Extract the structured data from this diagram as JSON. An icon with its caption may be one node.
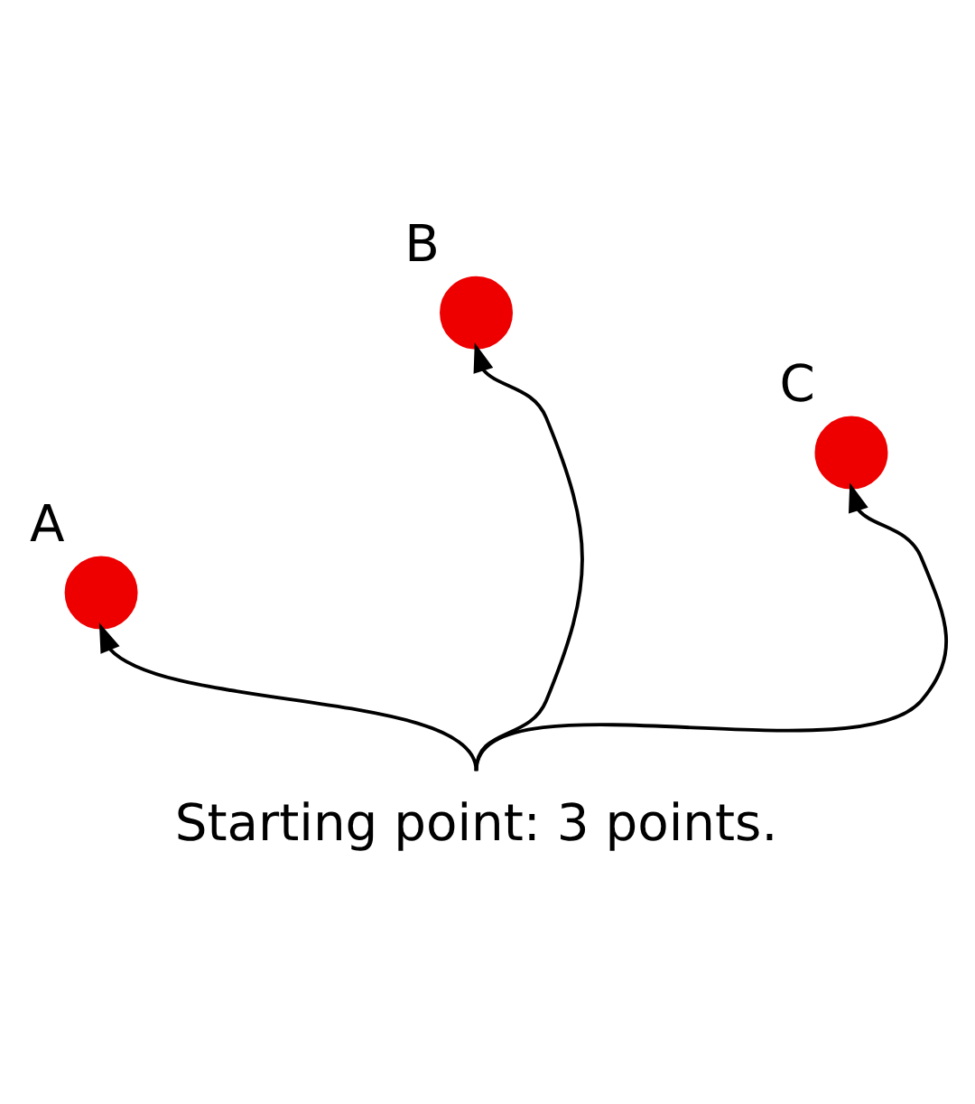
{
  "diagram": {
    "nodes": [
      {
        "text": [
          "A"
        ]
      },
      {
        "text": [
          "B"
        ]
      },
      {
        "text": [
          "C"
        ]
      },
      {
        "text": [
          "Starting point: 3 points."
        ]
      }
    ],
    "edges": [
      {
        "from": 3,
        "to": 0,
        "arrow": "to"
      },
      {
        "from": 3,
        "to": 1,
        "arrow": "to"
      },
      {
        "from": 3,
        "to": 2,
        "arrow": "to"
      }
    ]
  }
}
